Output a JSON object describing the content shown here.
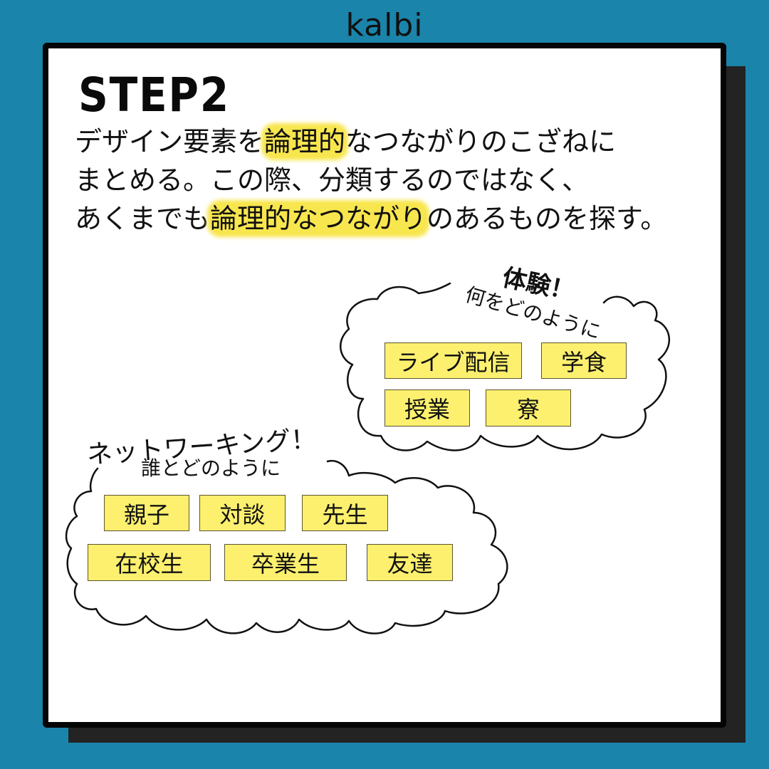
{
  "brand": {
    "logo_text": "kalbi"
  },
  "colors": {
    "background": "#1b84aa",
    "card": "#ffffff",
    "card_border": "#050505",
    "shadow": "#232323",
    "highlight": "#f8e64e",
    "tag_fill": "#fcf06e"
  },
  "header": {
    "title": "STEP2"
  },
  "description": {
    "line1_pre": "デザイン要素を",
    "line1_hl": "論理的",
    "line1_post": "なつながりのこざねに",
    "line2": "まとめる。この際、分類するのではなく、",
    "line3_pre": "あくまでも",
    "line3_hl": "論理的なつながり",
    "line3_post": "のあるものを探す。"
  },
  "clouds": {
    "experience": {
      "title": "体験！",
      "subtitle": "何をどのように",
      "tags": [
        "ライブ配信",
        "学食",
        "授業",
        "寮"
      ]
    },
    "networking": {
      "title": "ネットワーキング！",
      "subtitle": "誰とどのように",
      "tags": [
        "親子",
        "対談",
        "先生",
        "在校生",
        "卒業生",
        "友達"
      ]
    }
  }
}
